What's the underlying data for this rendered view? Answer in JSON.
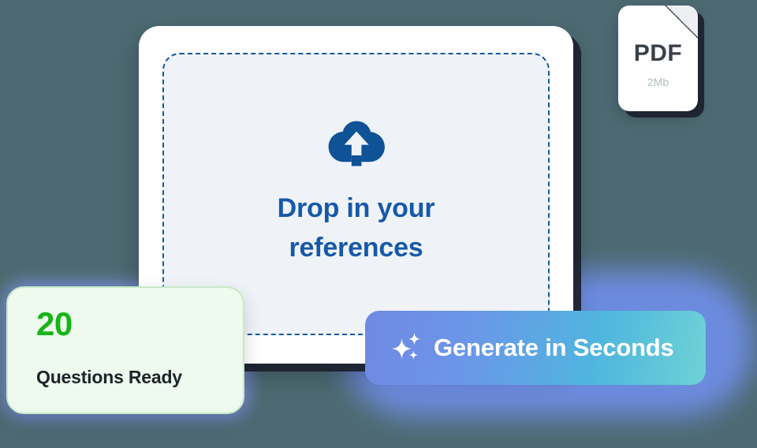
{
  "background": {
    "color": "#4d6a72"
  },
  "upload_card": {
    "dropzone": {
      "icon": "cloud-upload-icon",
      "title": "Drop in your references",
      "border_color": "#15599f",
      "fill_color": "#eff3f8",
      "title_color": "#1759a8"
    }
  },
  "pdf_file": {
    "type_label": "PDF",
    "size_label": "2Mb",
    "type_color": "#3a4046",
    "size_color": "#afbdb4"
  },
  "questions_card": {
    "count": "20",
    "label": "Questions Ready",
    "count_color": "#17b417",
    "background_color": "#edfaed",
    "border_color": "#c6e9c7"
  },
  "generate_button": {
    "icon": "sparkles-icon",
    "label": "Generate in Seconds",
    "gradient_from": "#7089e3",
    "gradient_to": "#6ed2d6",
    "glow_color": "#6f8ee8"
  }
}
